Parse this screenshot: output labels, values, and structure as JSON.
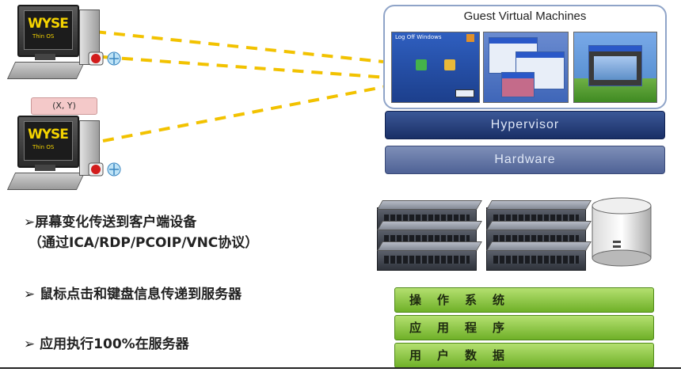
{
  "terminals": [
    {
      "brand": "WYSE",
      "sub": "Thin OS"
    },
    {
      "brand": "WYSE",
      "sub": "Thin OS"
    }
  ],
  "coords_label": "(X, Y)",
  "guest": {
    "title": "Guest Virtual Machines",
    "vm1_window_title": "Log Off Windows"
  },
  "layers": {
    "hypervisor": "Hypervisor",
    "hardware": "Hardware"
  },
  "stack": [
    "操作系统",
    "应用程序",
    "用户数据"
  ],
  "bullets": [
    "➢屏幕变化传送到客户端设备",
    "（通过ICA/RDP/PCOIP/VNC协议）",
    "➢ 鼠标点击和键盘信息传递到服务器",
    "➢ 应用执行100%在服务器"
  ],
  "colors": {
    "dash_line": "#f2c200",
    "hypervisor": "#1f3670",
    "hardware": "#5b6da0",
    "stack_green": "#7dbb30",
    "guest_border": "#8fa4c8"
  }
}
